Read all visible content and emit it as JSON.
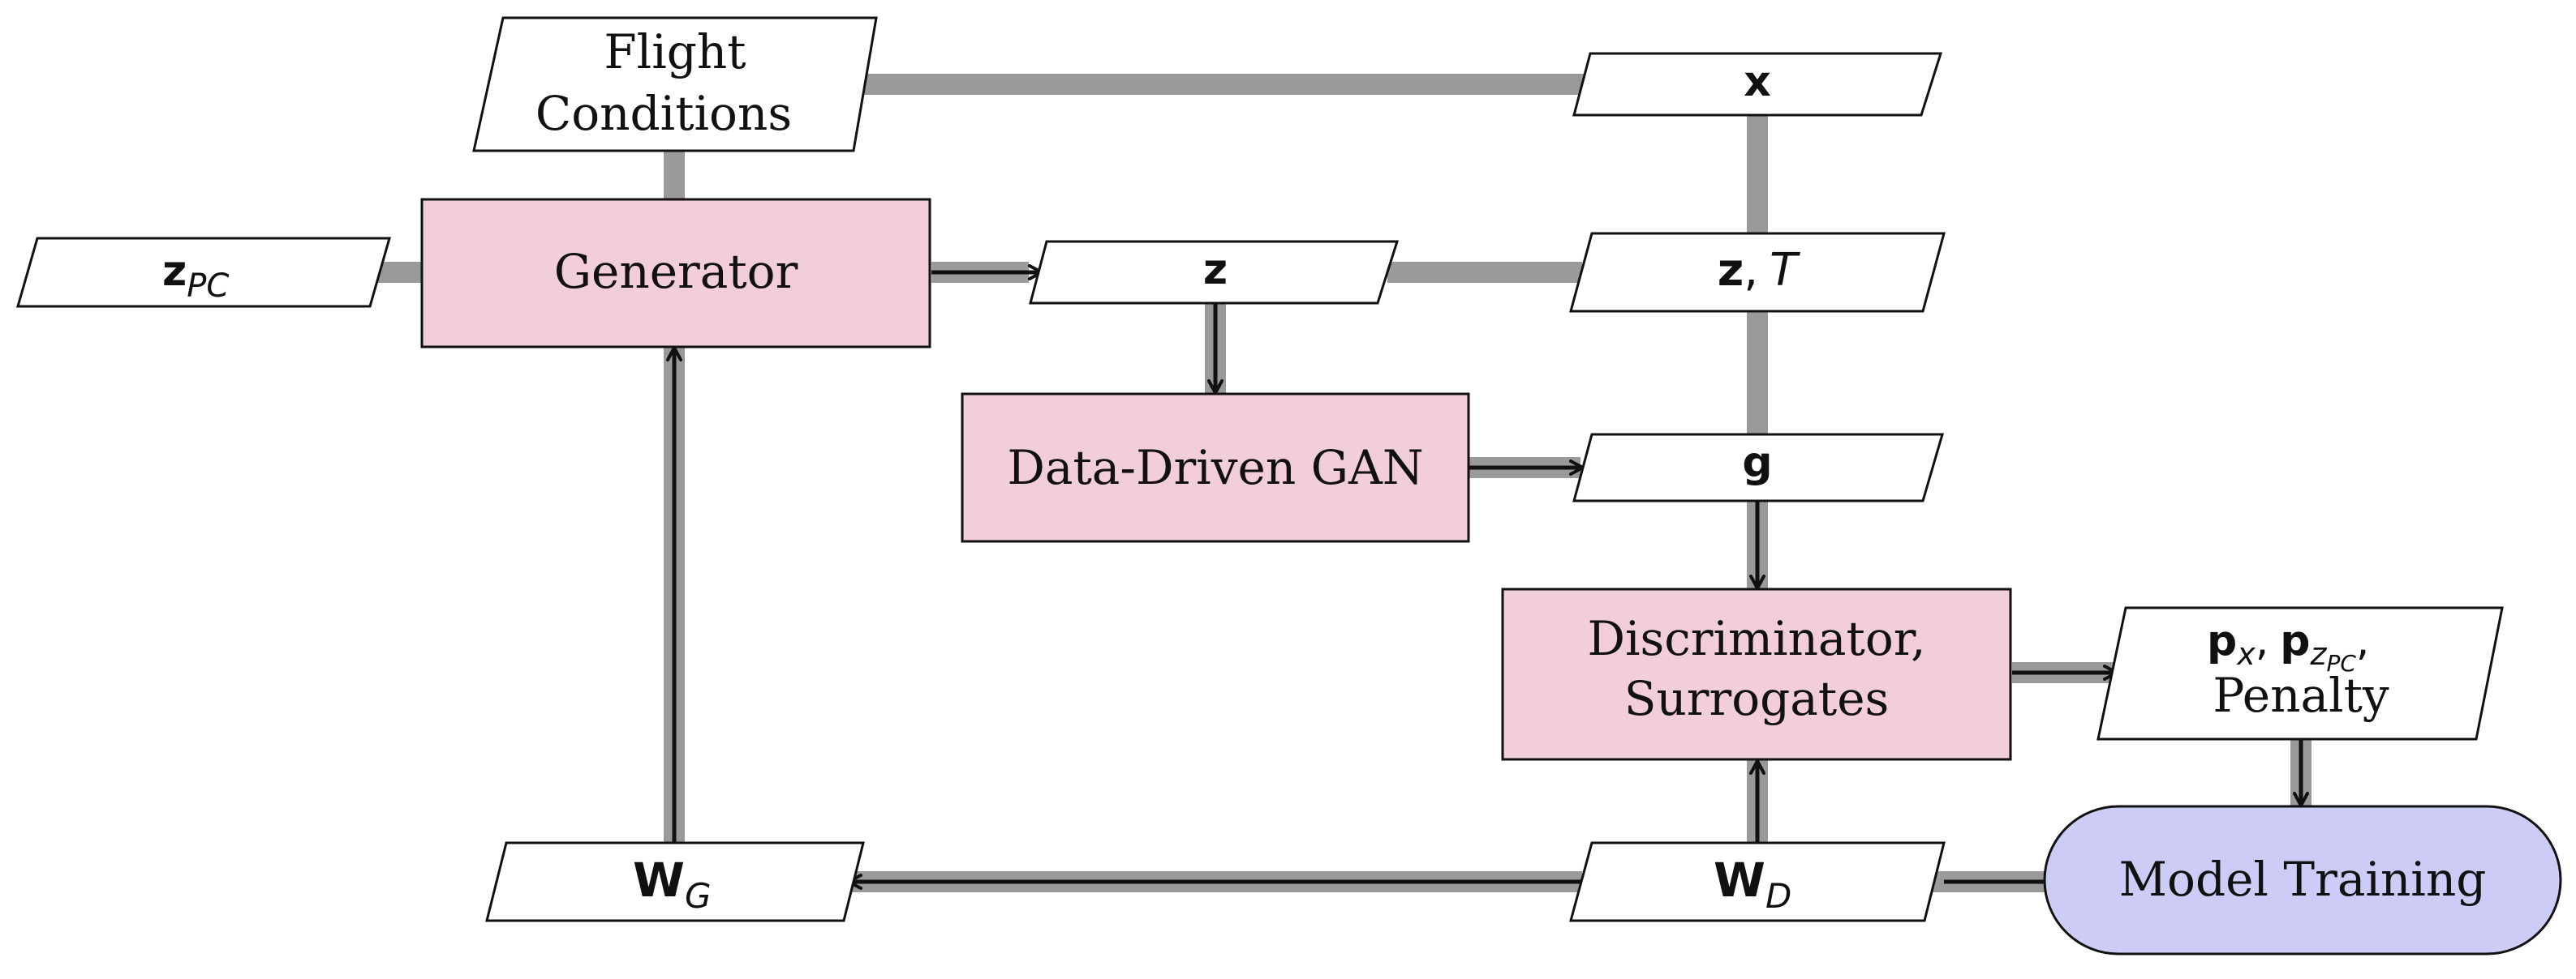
{
  "nodes": {
    "flight_conditions": {
      "line1": "Flight",
      "line2": "Conditions"
    },
    "zpc": {
      "base": "z",
      "sub": "PC"
    },
    "generator": {
      "label": "Generator"
    },
    "z": {
      "label": "z"
    },
    "x": {
      "label": "x"
    },
    "zt": {
      "z": "z",
      "comma": ",",
      "t": "T"
    },
    "data_driven_gan": {
      "label": "Data-Driven GAN"
    },
    "g": {
      "label": "g"
    },
    "discriminator": {
      "line1": "Discriminator,",
      "line2": "Surrogates"
    },
    "penalty": {
      "p1": "p",
      "p1_sub": "x",
      "sep": ",",
      "p2": "p",
      "p2_sub": "z",
      "p2_subsub": "PC",
      "sep2": ",",
      "line2": "Penalty"
    },
    "wg": {
      "base": "W",
      "sub": "G"
    },
    "wd": {
      "base": "W",
      "sub": "D"
    },
    "model_training": {
      "label": "Model Training"
    }
  },
  "colors": {
    "process_fill": "#f2cddb",
    "terminal_fill": "#ccccf7",
    "connector_gray": "#9a9a9a",
    "stroke": "#111111"
  }
}
